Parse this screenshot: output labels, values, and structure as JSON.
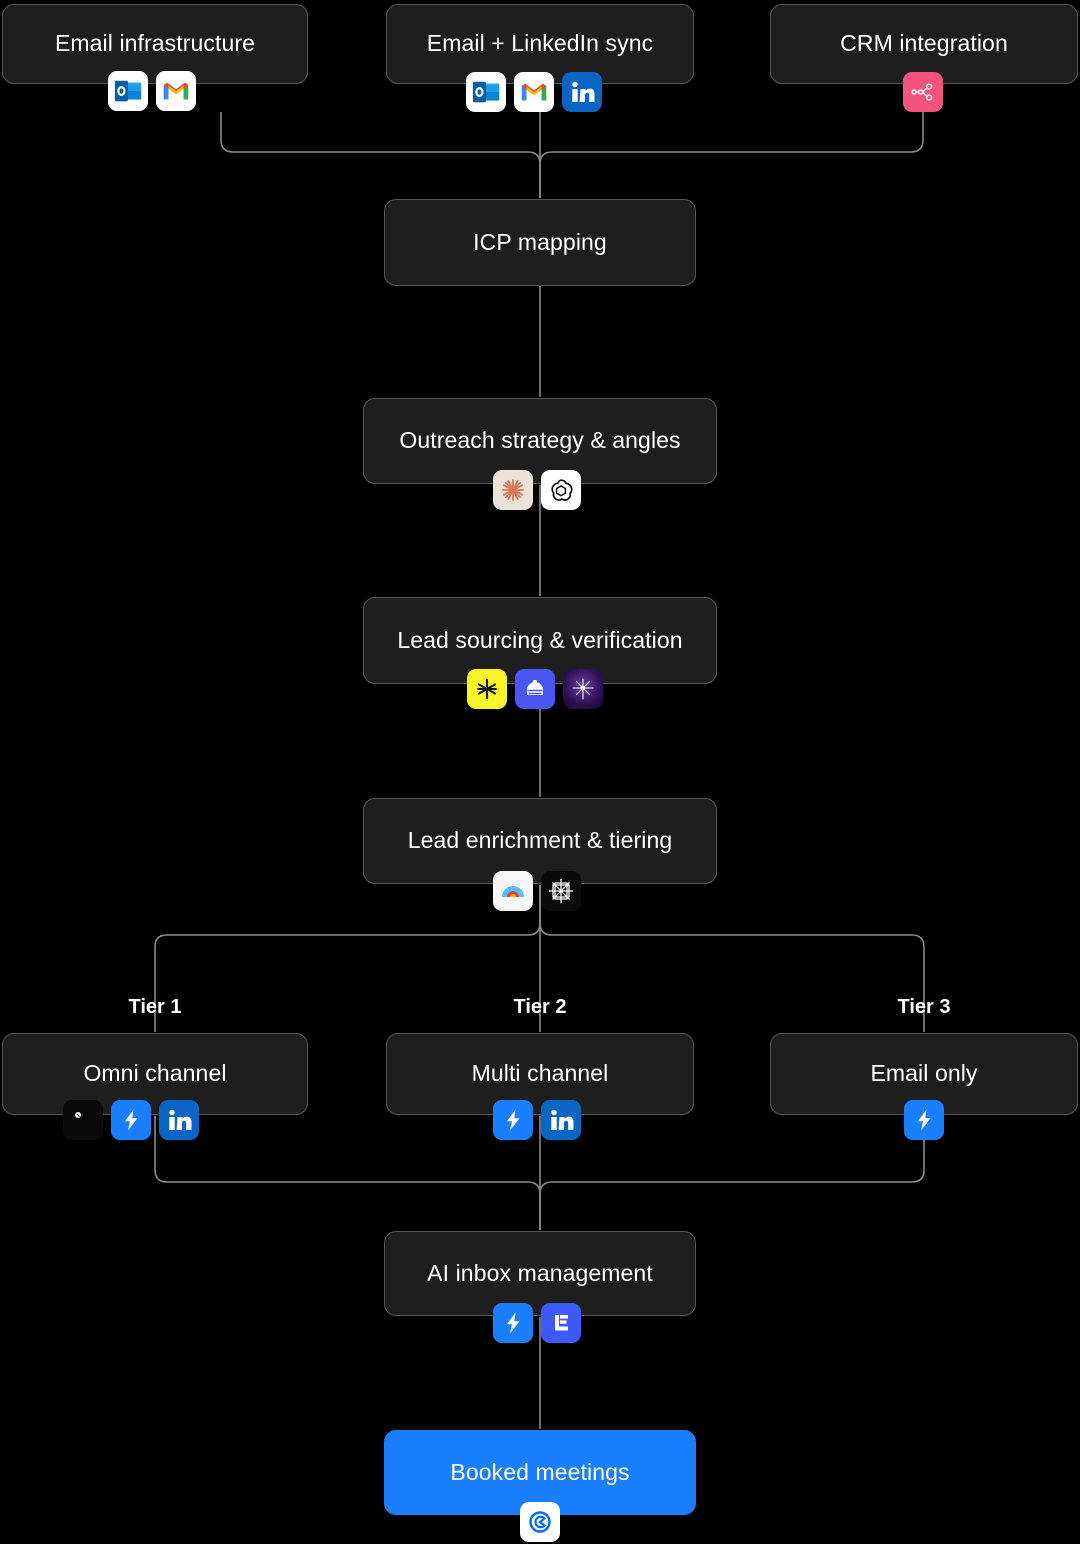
{
  "diagram": {
    "background_color": "#000000",
    "node_fill": "#1e1e1e",
    "node_border": "#565656",
    "accent_color": "#1a7fff",
    "edge_color": "#8a8a8a",
    "text_color": "#ffffff"
  },
  "nodes": {
    "email_infrastructure": {
      "label": "Email infrastructure",
      "icons": [
        "outlook-icon",
        "gmail-icon"
      ]
    },
    "email_linkedin_sync": {
      "label": "Email + LinkedIn sync",
      "icons": [
        "outlook-icon",
        "gmail-icon",
        "linkedin-icon"
      ]
    },
    "crm_integration": {
      "label": "CRM integration",
      "icons": [
        "hubspot-icon"
      ]
    },
    "icp_mapping": {
      "label": "ICP mapping",
      "icons": []
    },
    "outreach_strategy": {
      "label": "Outreach strategy & angles",
      "icons": [
        "claude-icon",
        "openai-icon"
      ]
    },
    "lead_sourcing": {
      "label": "Lead sourcing & verification",
      "icons": [
        "apollo-icon",
        "clay-icon",
        "sparkle-icon"
      ]
    },
    "lead_enrichment": {
      "label": "Lead enrichment & tiering",
      "icons": [
        "rainbow-icon",
        "starburst-icon"
      ]
    },
    "tier1_node": {
      "label": "Omni channel",
      "icons": [
        "dark-phone-icon",
        "smartlead-icon",
        "linkedin-icon"
      ]
    },
    "tier2_node": {
      "label": "Multi channel",
      "icons": [
        "smartlead-icon",
        "linkedin-icon"
      ]
    },
    "tier3_node": {
      "label": "Email only",
      "icons": [
        "smartlead-icon"
      ]
    },
    "ai_inbox": {
      "label": "AI inbox management",
      "icons": [
        "smartlead-icon",
        "lemlist-icon"
      ]
    },
    "booked_meetings": {
      "label": "Booked meetings",
      "icons": [
        "calendly-icon"
      ]
    }
  },
  "tier_labels": {
    "tier1": "Tier 1",
    "tier2": "Tier 2",
    "tier3": "Tier 3"
  }
}
